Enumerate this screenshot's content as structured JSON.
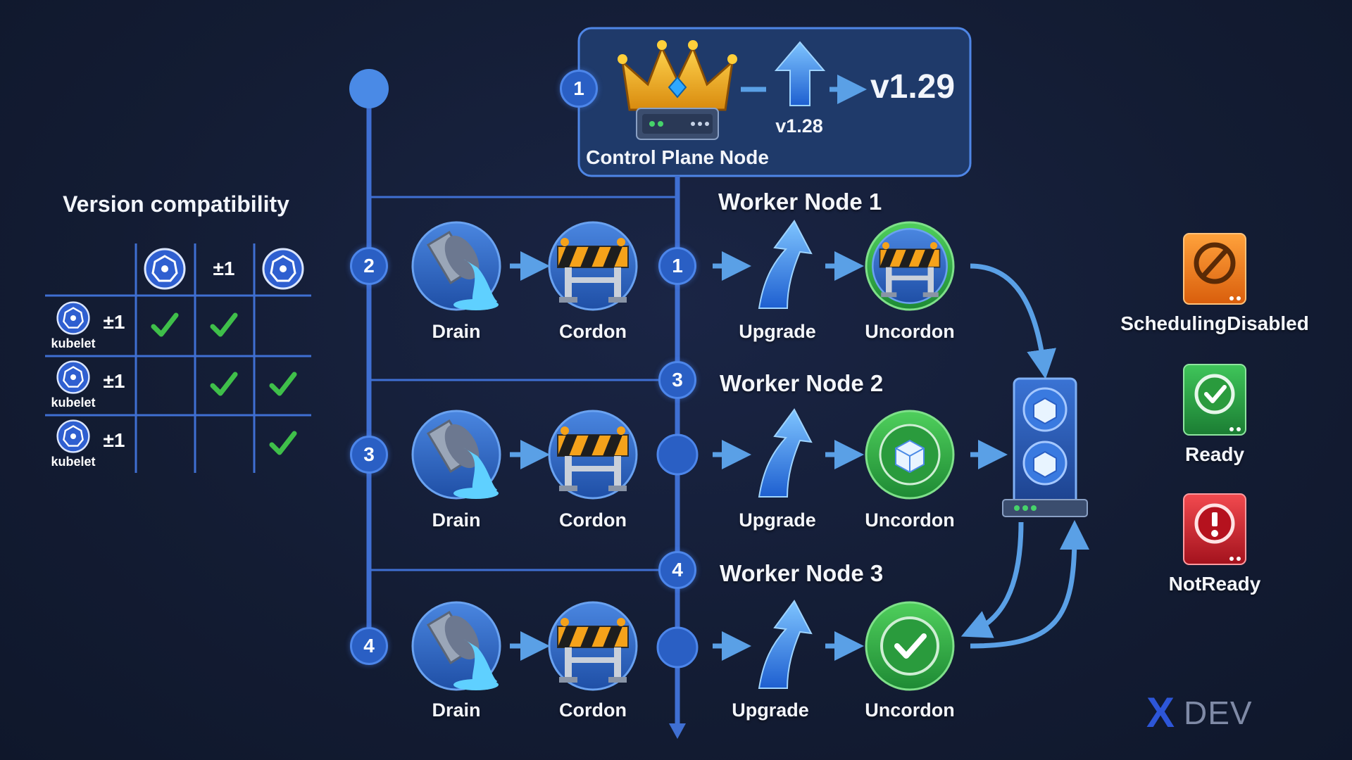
{
  "compatibility": {
    "title": "Version compatibility",
    "header_mid": "±1",
    "rows": [
      {
        "value": "±1",
        "label": "kubelet",
        "checks": [
          true,
          true,
          false
        ]
      },
      {
        "value": "±1",
        "label": "kubelet",
        "checks": [
          false,
          true,
          true
        ]
      },
      {
        "value": "±1",
        "label": "kubelet",
        "checks": [
          false,
          false,
          true
        ]
      }
    ]
  },
  "control_plane": {
    "label": "Control Plane Node",
    "from_version": "v1.28",
    "to_version": "v1.29",
    "step": "1"
  },
  "timeline": {
    "steps": [
      "2",
      "3",
      "4"
    ]
  },
  "workers": [
    {
      "title": "Worker Node 1",
      "badge": "1",
      "steps": [
        "Drain",
        "Cordon",
        "Upgrade",
        "Uncordon"
      ]
    },
    {
      "title": "Worker Node 2",
      "badge": "3",
      "steps": [
        "Drain",
        "Cordon",
        "Upgrade",
        "Uncordon"
      ]
    },
    {
      "title": "Worker Node 3",
      "badge": "4",
      "steps": [
        "Drain",
        "Cordon",
        "Upgrade",
        "Uncordon"
      ]
    }
  ],
  "legend": [
    {
      "label": "SchedulingDisabled",
      "icon": "scheduling-disabled-icon",
      "color": "#f07a1c"
    },
    {
      "label": "Ready",
      "icon": "ready-icon",
      "color": "#2fa84a"
    },
    {
      "label": "NotReady",
      "icon": "not-ready-icon",
      "color": "#d8232f"
    }
  ],
  "brand": {
    "mark": "X",
    "text": "DEV"
  },
  "colors": {
    "accent": "#2a5fc4",
    "line": "#3f6fd2",
    "background": "#131c33"
  }
}
